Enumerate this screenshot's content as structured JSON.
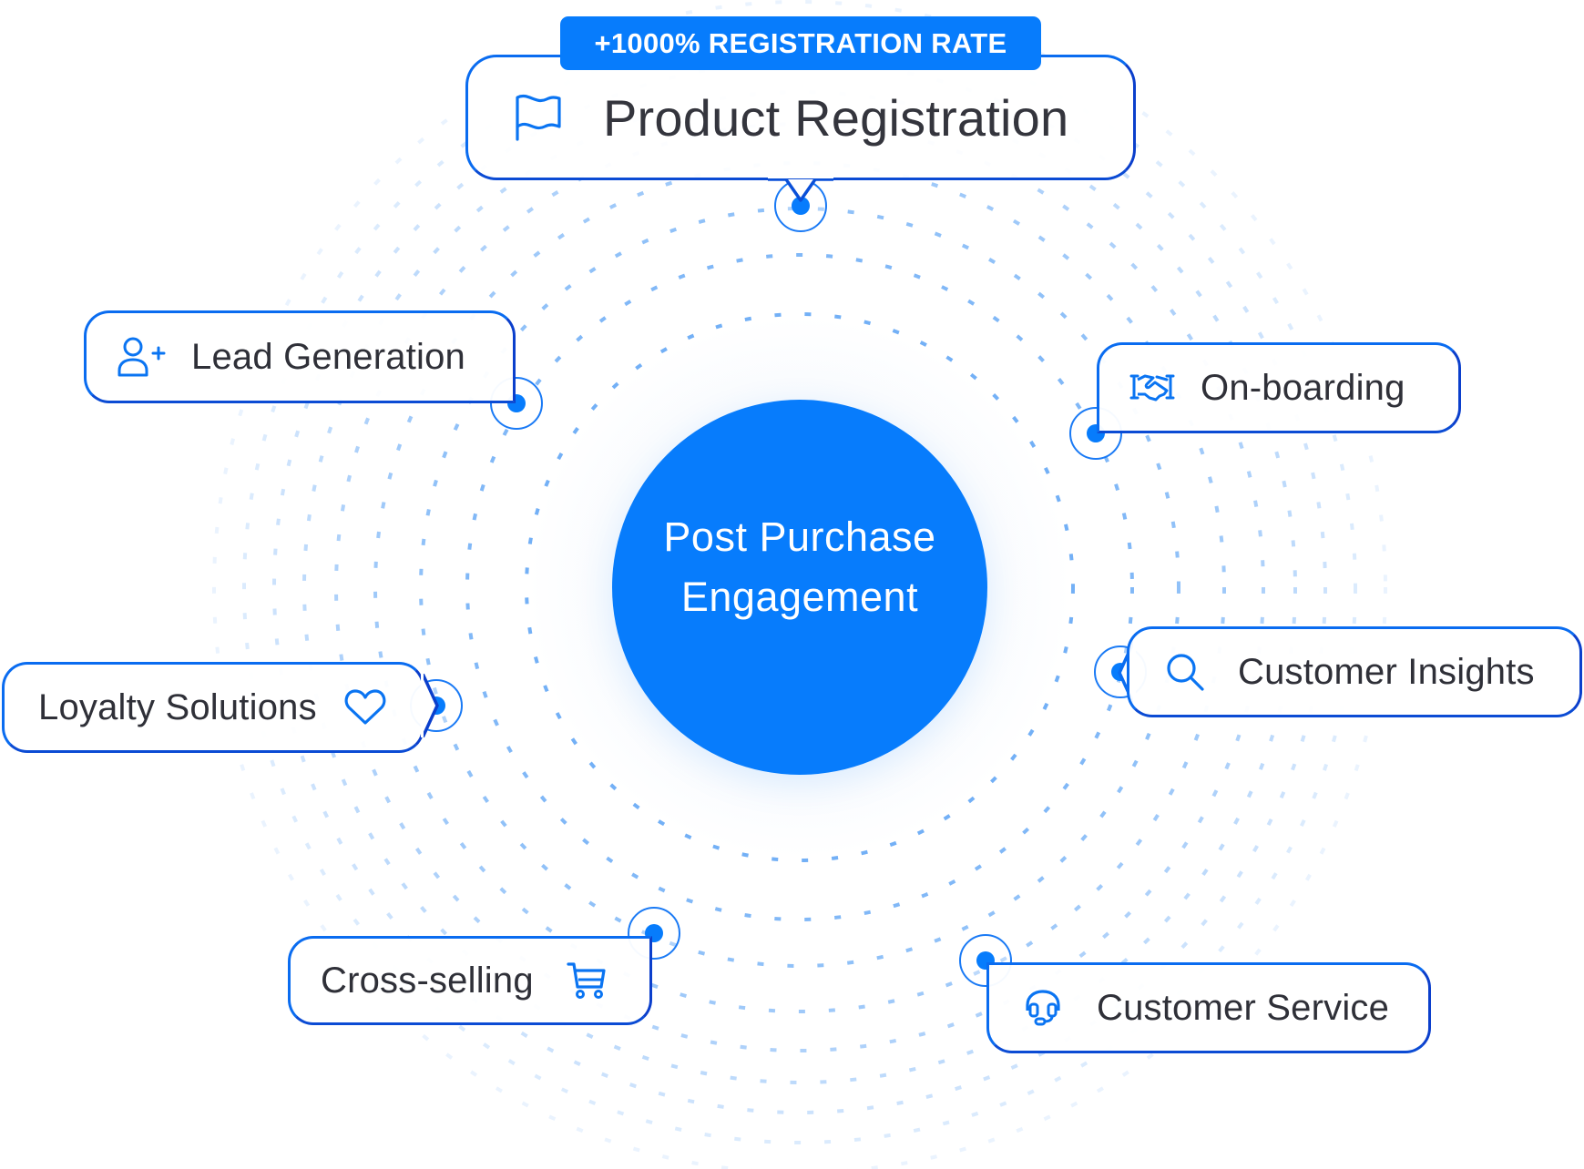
{
  "diagram": {
    "center": {
      "label_line1": "Post Purchase",
      "label_line2": "Engagement"
    },
    "featured": {
      "badge": "+1000% REGISTRATION RATE",
      "label": "Product Registration",
      "icon": "flag-icon"
    },
    "nodes": [
      {
        "id": "lead-generation",
        "label": "Lead Generation",
        "icon": "user-plus-icon"
      },
      {
        "id": "on-boarding",
        "label": "On-boarding",
        "icon": "handshake-icon"
      },
      {
        "id": "customer-insights",
        "label": "Customer Insights",
        "icon": "search-icon"
      },
      {
        "id": "loyalty-solutions",
        "label": "Loyalty Solutions",
        "icon": "heart-icon"
      },
      {
        "id": "cross-selling",
        "label": "Cross-selling",
        "icon": "shopping-cart-icon"
      },
      {
        "id": "customer-service",
        "label": "Customer Service",
        "icon": "headset-icon"
      }
    ],
    "colors": {
      "accent": "#077cfc",
      "border_dark": "#0b3fcc",
      "text": "#2f3038",
      "ring_dash": "#5aa2f5"
    }
  }
}
